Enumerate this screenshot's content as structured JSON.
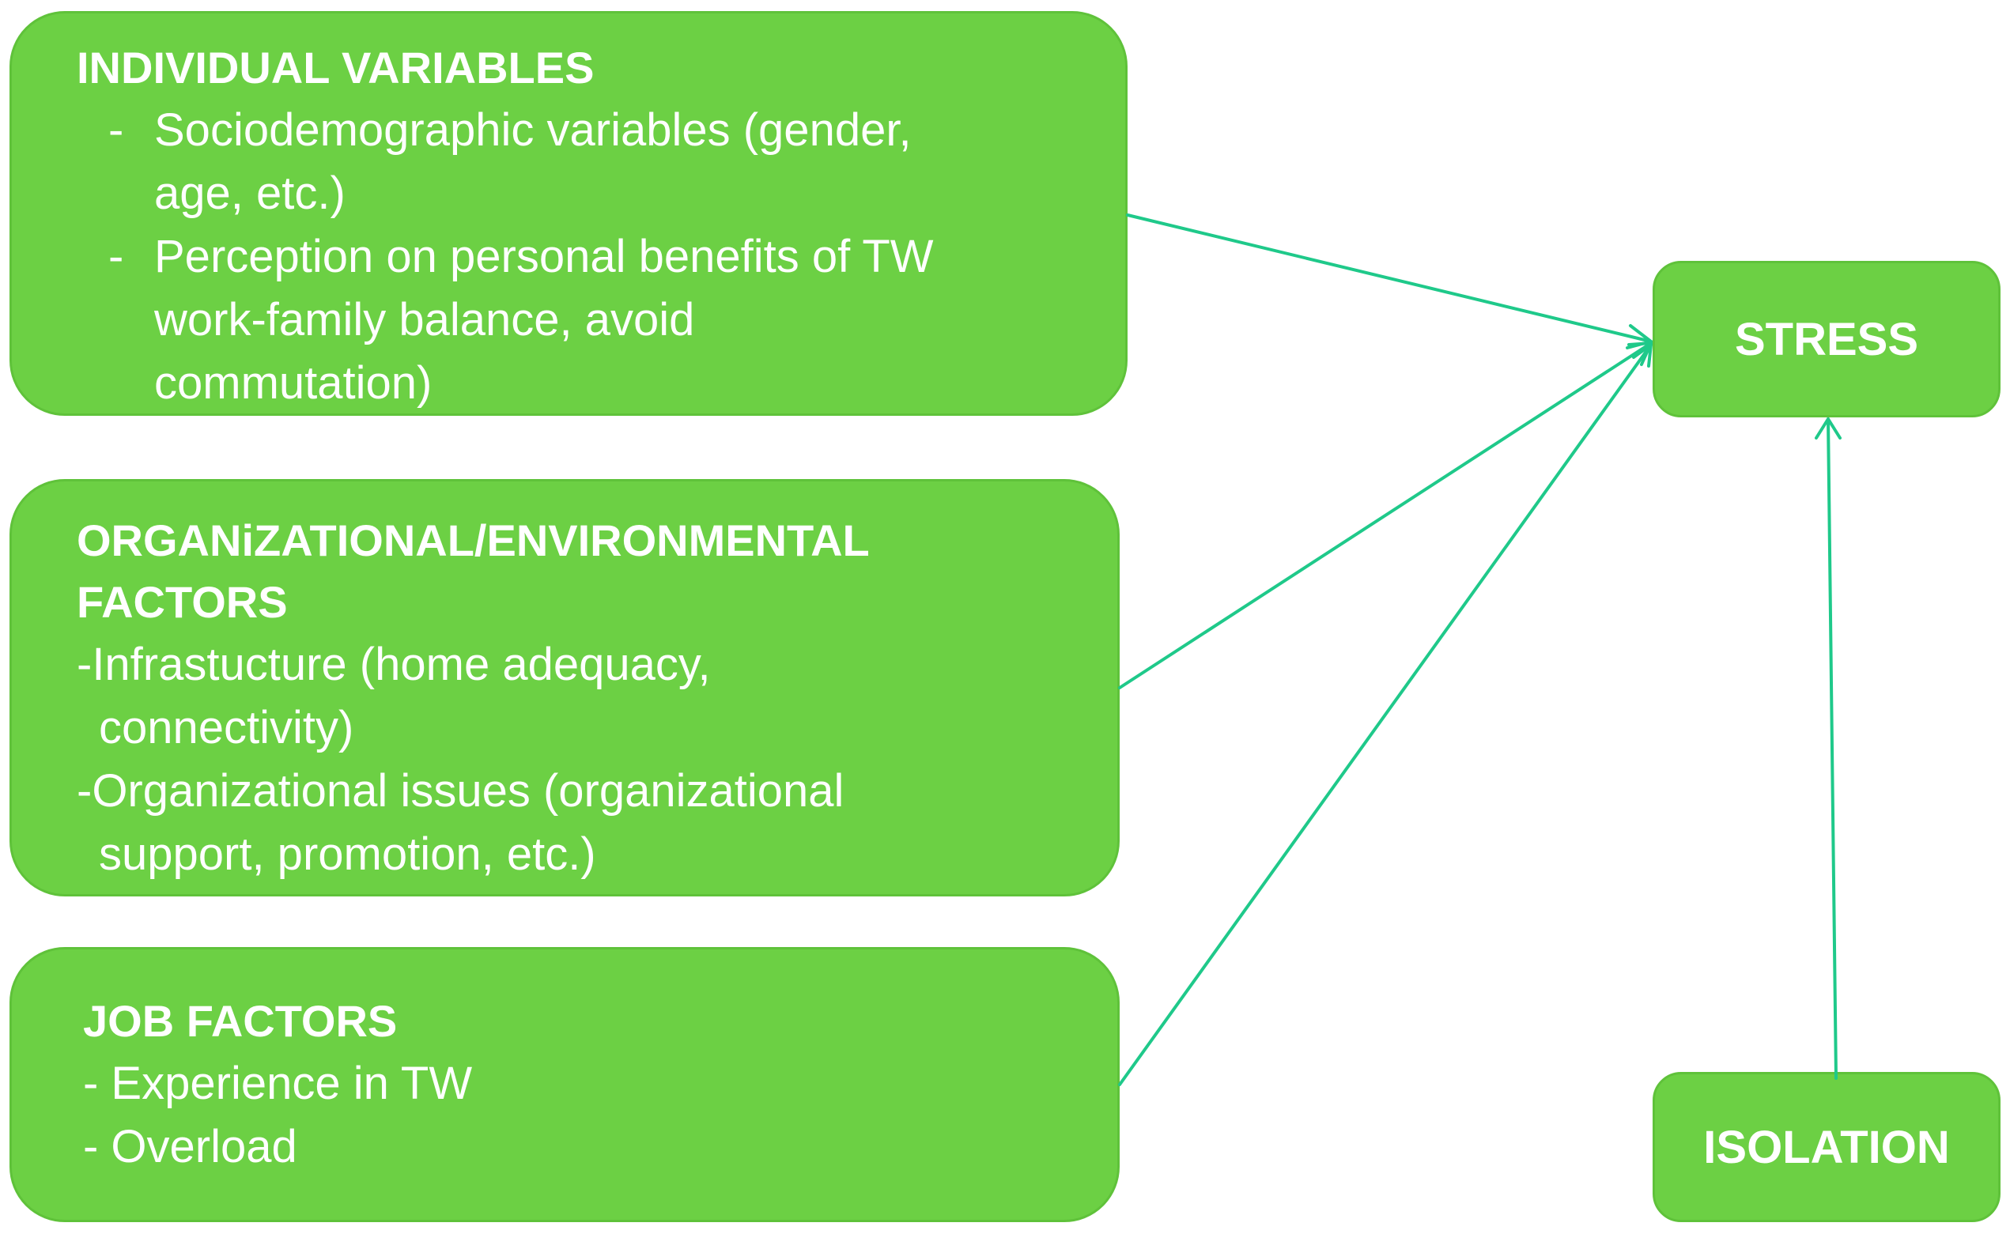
{
  "individual": {
    "title": "INDIVIDUAL VARIABLES",
    "items": [
      {
        "dash": "-",
        "lines": [
          "Sociodemographic variables (gender,",
          "age,  etc.)"
        ]
      },
      {
        "dash": "-",
        "lines": [
          "Perception on personal benefits of TW",
          "work-family balance, avoid",
          "commutation)"
        ]
      }
    ]
  },
  "organizational": {
    "title_line1": "ORGANiZATIONAL/ENVIRONMENTAL",
    "title_line2": "FACTORS",
    "lines": [
      "-Infrastucture (home adequacy,",
      "connectivity)",
      "-Organizational issues (organizational",
      "support, promotion, etc.)"
    ]
  },
  "job": {
    "title": "JOB FACTORS",
    "lines": [
      "- Experience in TW",
      "- Overload"
    ]
  },
  "stress": {
    "label": "STRESS"
  },
  "isolation": {
    "label": "ISOLATION"
  },
  "colors": {
    "box_fill": "#6cd044",
    "box_border": "#5fc23a",
    "arrow": "#1fc98a",
    "text": "#ffffff"
  }
}
